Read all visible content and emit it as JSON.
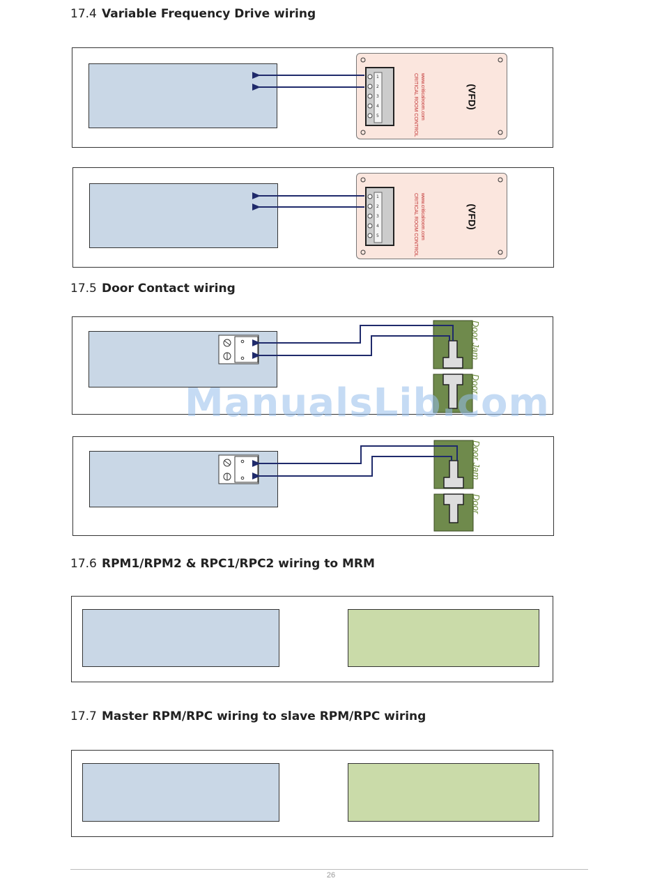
{
  "sections": [
    {
      "number": "17.4",
      "title": "Variable Frequency Drive wiring"
    },
    {
      "number": "17.5",
      "title": "Door Contact wiring"
    },
    {
      "number": "17.6",
      "title": "RPM1/RPM2 & RPC1/RPC2 wiring to MRM"
    },
    {
      "number": "17.7",
      "title": "Master RPM/RPC wiring to slave RPM/RPC wiring"
    }
  ],
  "vfd": {
    "label": "(VFD)",
    "brand_line1": "CRITICAL ROOM CONTROL",
    "brand_line2": "www.criticalroom.com",
    "terminals": [
      "1",
      "2",
      "3",
      "4",
      "5"
    ]
  },
  "door": {
    "jam_label": "Door Jam",
    "door_label": "Door"
  },
  "watermark": "ManualsLib.com",
  "page_number": "26",
  "colors": {
    "panel_blue": "#c9d7e6",
    "panel_green": "#cadba9",
    "vfd_fill": "#fbe6de",
    "wire_dark": "#1f2a6b",
    "wire_blue": "#1f6fc0",
    "door_green": "#6f8a4c"
  }
}
